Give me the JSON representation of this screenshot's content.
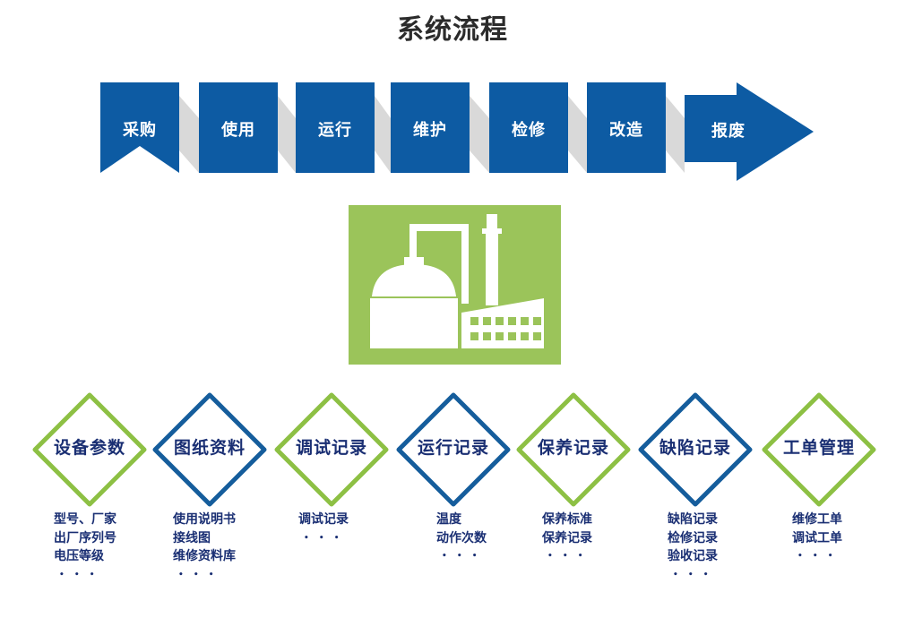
{
  "title": "系统流程",
  "colors": {
    "blue": "#0d5ba3",
    "shadow": "#d9d9d9",
    "green": "#9bc45a",
    "diamond_blue": "#155d9c",
    "diamond_green": "#8dc044",
    "text_navy": "#1a2f73"
  },
  "lifecycle_steps": [
    {
      "label": "采购",
      "shape": "banner"
    },
    {
      "label": "使用",
      "shape": "box"
    },
    {
      "label": "运行",
      "shape": "box"
    },
    {
      "label": "维护",
      "shape": "box"
    },
    {
      "label": "检修",
      "shape": "box"
    },
    {
      "label": "改造",
      "shape": "box"
    },
    {
      "label": "报废",
      "shape": "arrow"
    }
  ],
  "center_icon": "factory-icon",
  "modules": [
    {
      "label": "设备参数",
      "border": "green",
      "items": [
        "型号、厂家",
        "出厂序列号",
        "电压等级",
        "..."
      ]
    },
    {
      "label": "图纸资料",
      "border": "blue",
      "items": [
        "使用说明书",
        "接线图",
        "维修资料库",
        "..."
      ]
    },
    {
      "label": "调试记录",
      "border": "green",
      "items": [
        "调试记录",
        "..."
      ]
    },
    {
      "label": "运行记录",
      "border": "blue",
      "items": [
        "温度",
        "动作次数",
        "..."
      ]
    },
    {
      "label": "保养记录",
      "border": "green",
      "items": [
        "保养标准",
        "保养记录",
        "..."
      ]
    },
    {
      "label": "缺陷记录",
      "border": "blue",
      "items": [
        "缺陷记录",
        "检修记录",
        "验收记录",
        "..."
      ]
    },
    {
      "label": "工单管理",
      "border": "green",
      "items": [
        "维修工单",
        "调试工单",
        "..."
      ]
    }
  ]
}
